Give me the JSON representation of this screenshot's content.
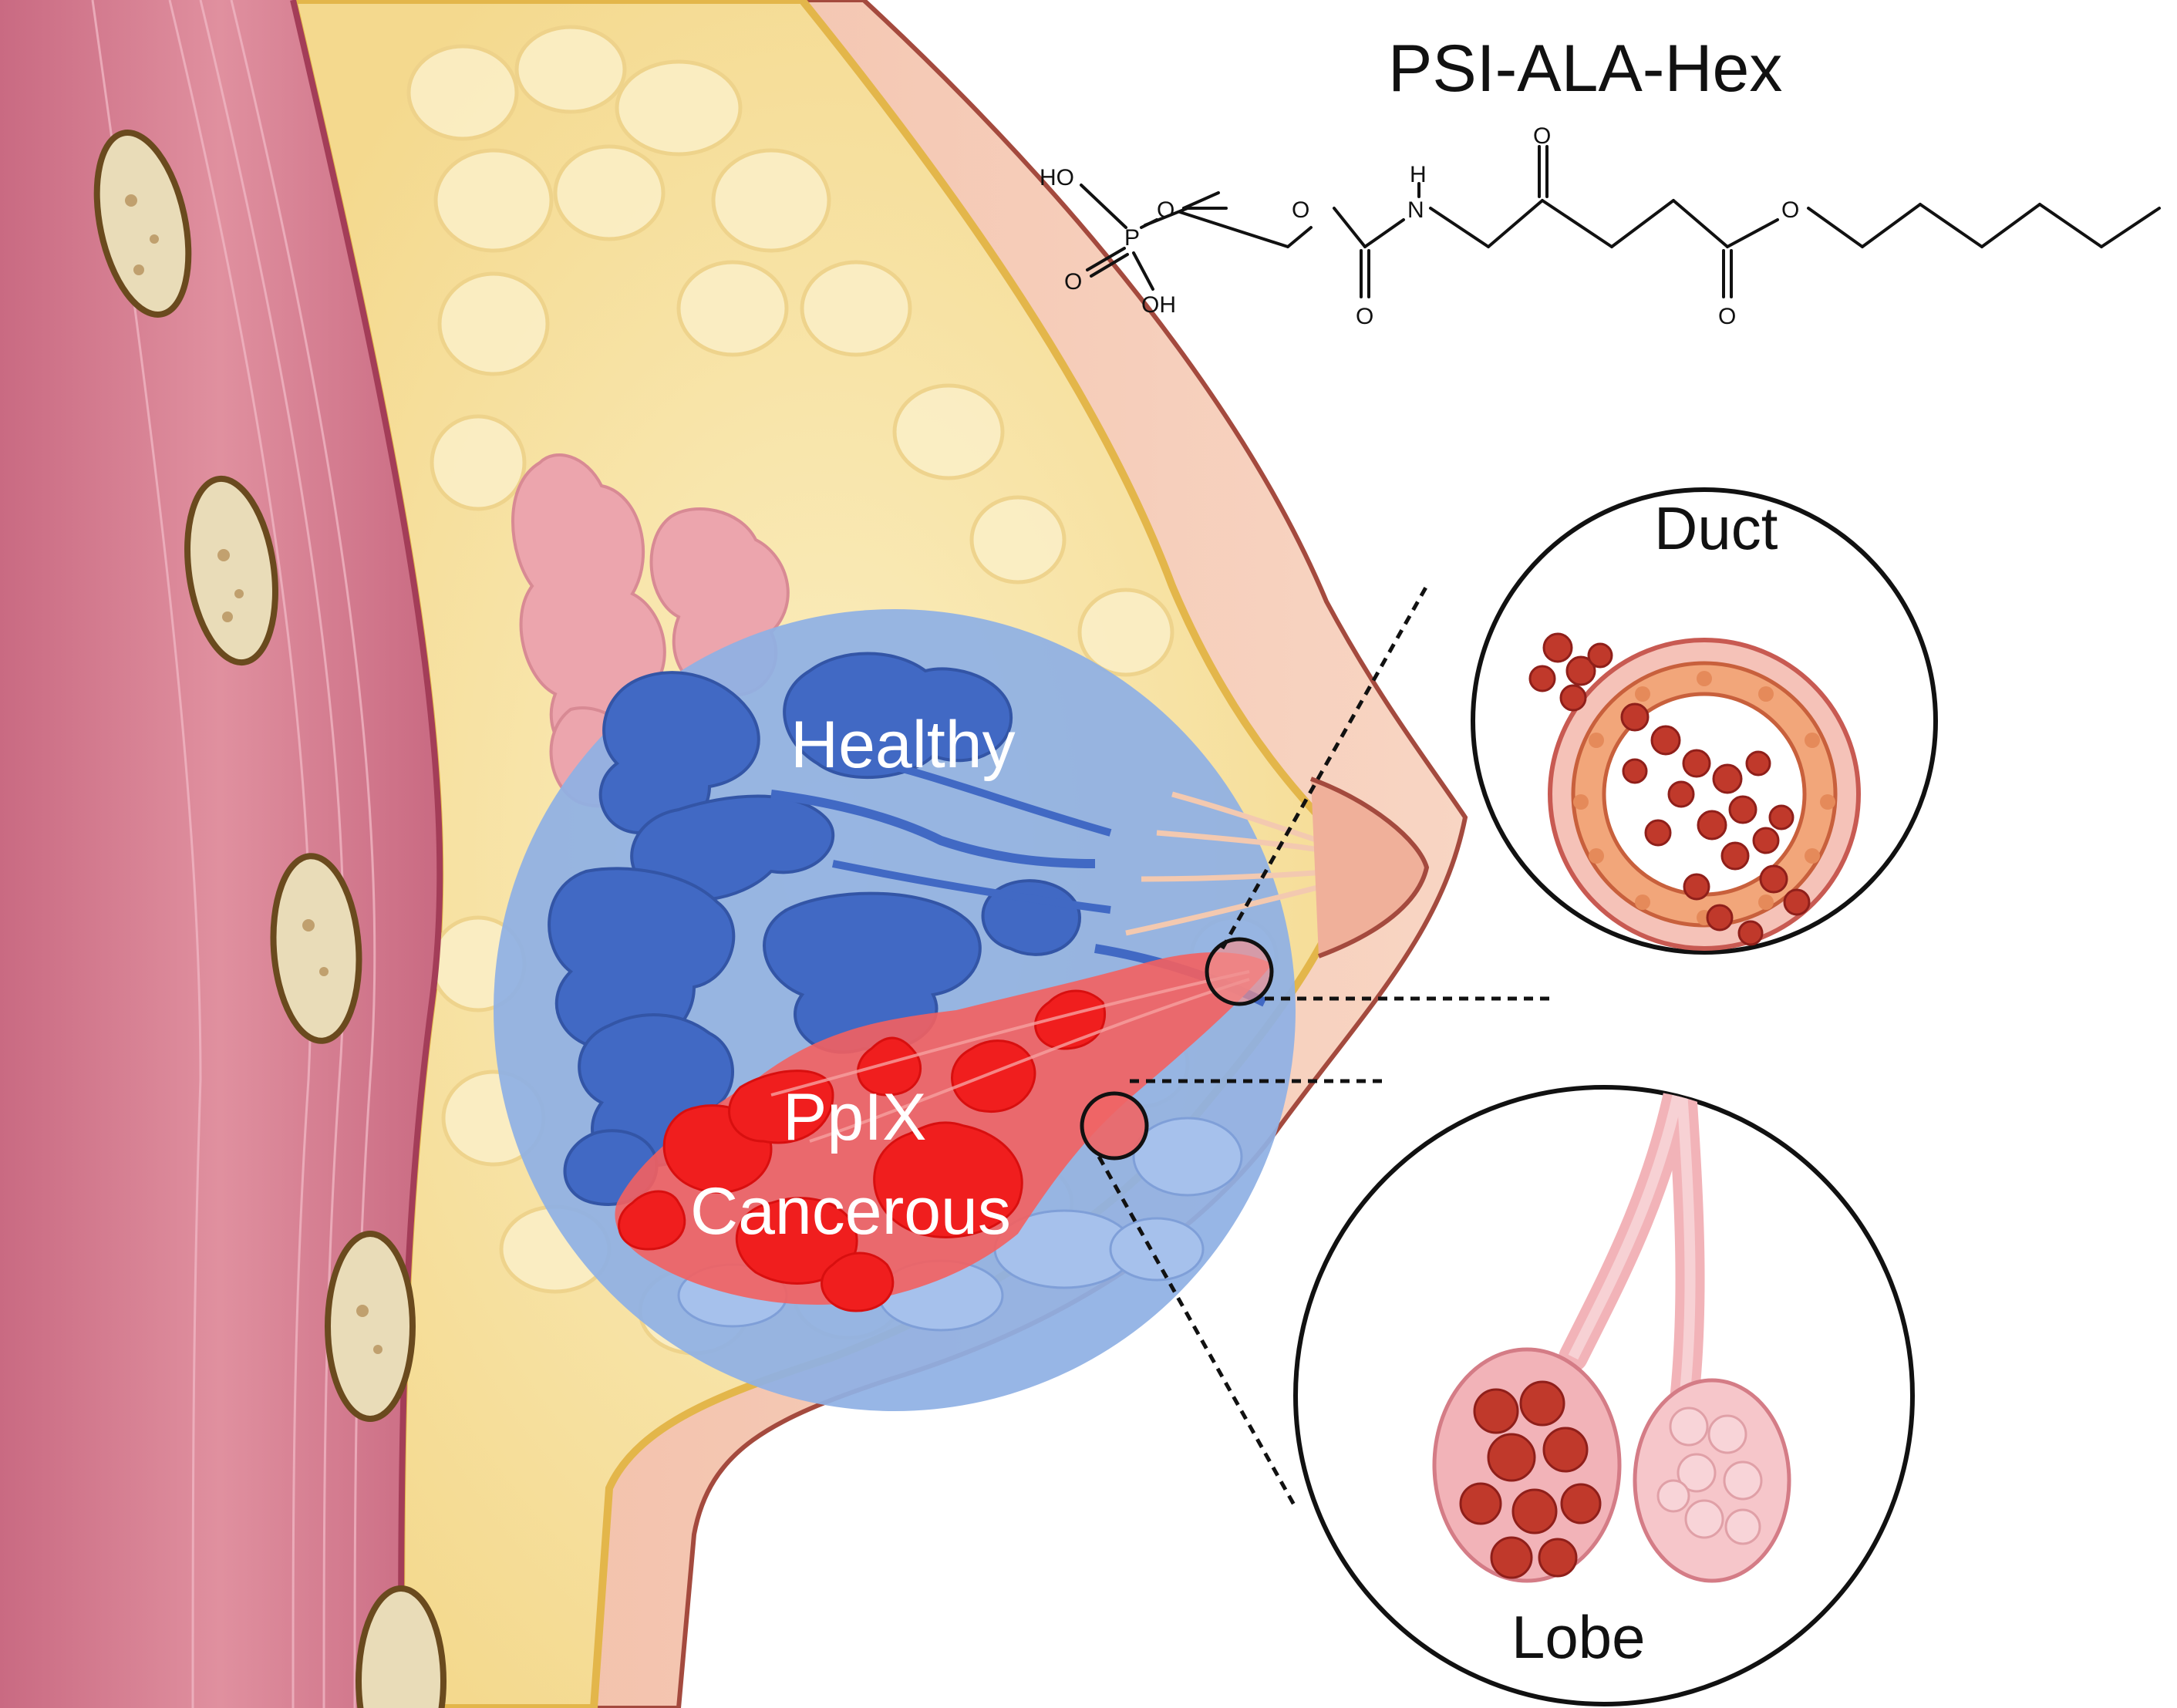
{
  "title": "PSI-ALA-Hex",
  "molecule": {
    "atoms": {
      "ho_top": "HO",
      "p": "P",
      "o_link1": "O",
      "o_link2": "O",
      "nh_h": "H",
      "nh_n": "N",
      "o_ketone": "O",
      "o_carbamate": "O",
      "o_ester_link": "O",
      "o_ester_carbonyl": "O",
      "o_phosphoryl": "O",
      "oh_bottom": "OH"
    }
  },
  "regions": {
    "healthy": "Healthy",
    "pplx": "PpIX",
    "cancerous": "Cancerous"
  },
  "insets": {
    "duct": "Duct",
    "lobe": "Lobe"
  },
  "colors": {
    "healthy_region": "#8fb0e4",
    "healthy_lobules": "#4169c4",
    "cancer_region": "#f03030",
    "fat_tissue": "#f8e6a8",
    "skin": "#f5c9b2",
    "muscle": "#d77f93",
    "duct_tissue": "#c8603c",
    "lobe_tissue": "#f2b3b8"
  }
}
